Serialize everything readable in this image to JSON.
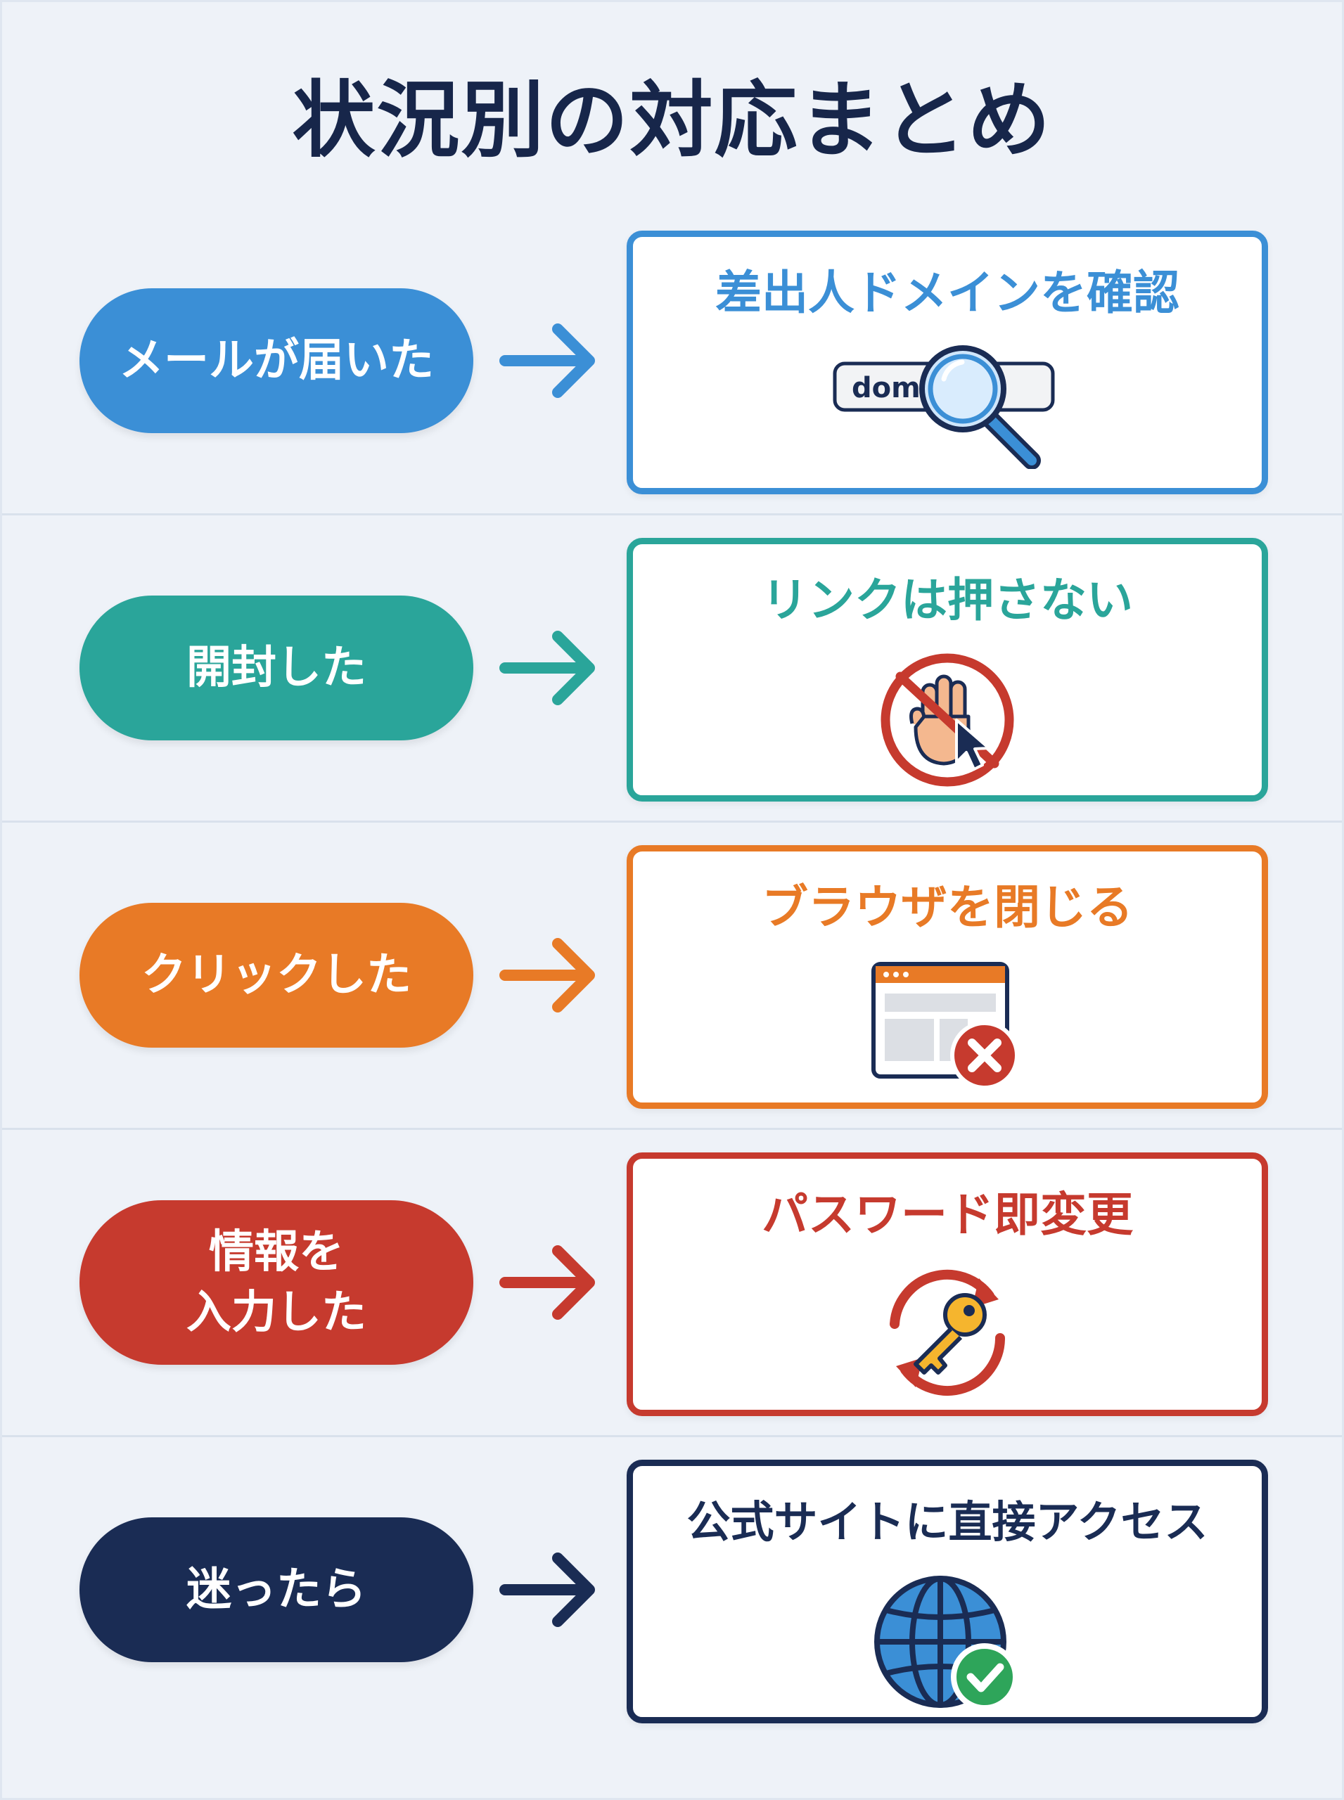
{
  "title": "状況別の対応まとめ",
  "rows": [
    {
      "situation": "メールが届いた",
      "action": "差出人ドメインを確認",
      "color": "#3b8fd6",
      "icon": "magnifier-domain-icon",
      "domain_text": "doma"
    },
    {
      "situation": "開封した",
      "action": "リンクは押さない",
      "color": "#2aa59a",
      "icon": "no-click-hand-icon"
    },
    {
      "situation": "クリックした",
      "action": "ブラウザを閉じる",
      "color": "#e87a26",
      "icon": "close-browser-icon"
    },
    {
      "situation": "情報を\n入力した",
      "action": "パスワード即変更",
      "color": "#c63a2e",
      "icon": "key-refresh-icon"
    },
    {
      "situation": "迷ったら",
      "action": "公式サイトに直接アクセス",
      "color": "#1a2c54",
      "icon": "globe-check-icon"
    }
  ]
}
